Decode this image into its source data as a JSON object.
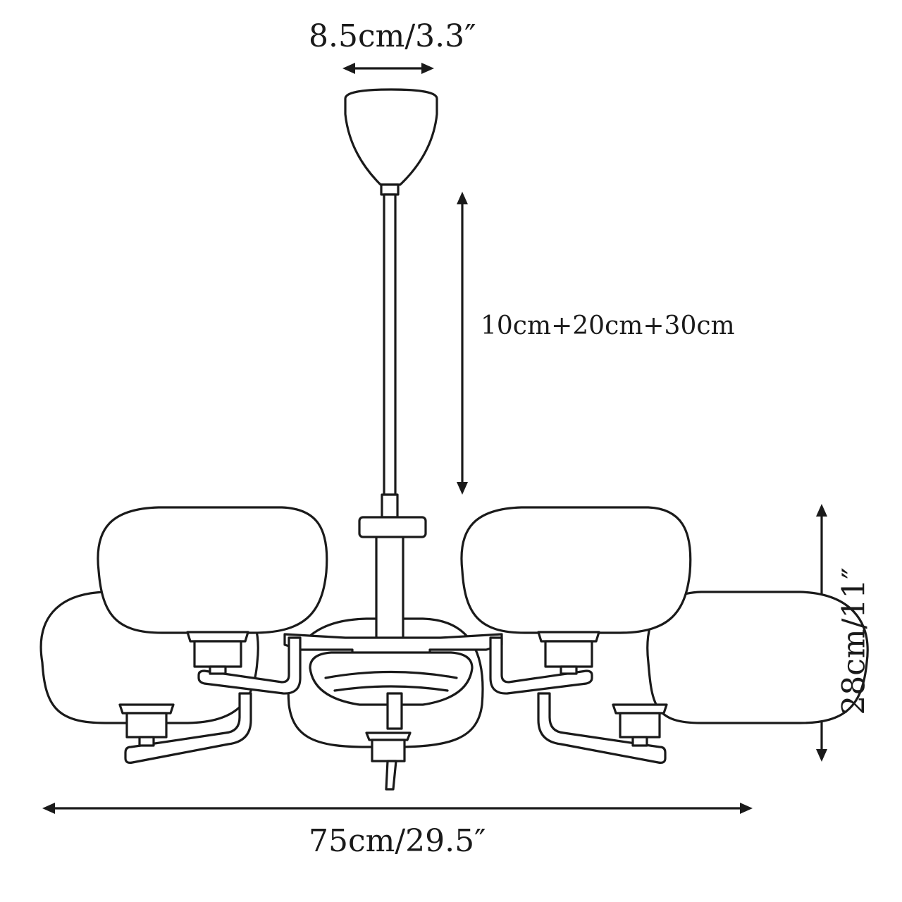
{
  "dimensions": {
    "canopy_width": "8.5cm/3.3″",
    "rod_lengths": "10cm+20cm+30cm",
    "overall_width": "75cm/29.5″",
    "overall_height": "28cm/11″"
  },
  "colors": {
    "line": "#1a1a1a",
    "background": "#ffffff"
  }
}
